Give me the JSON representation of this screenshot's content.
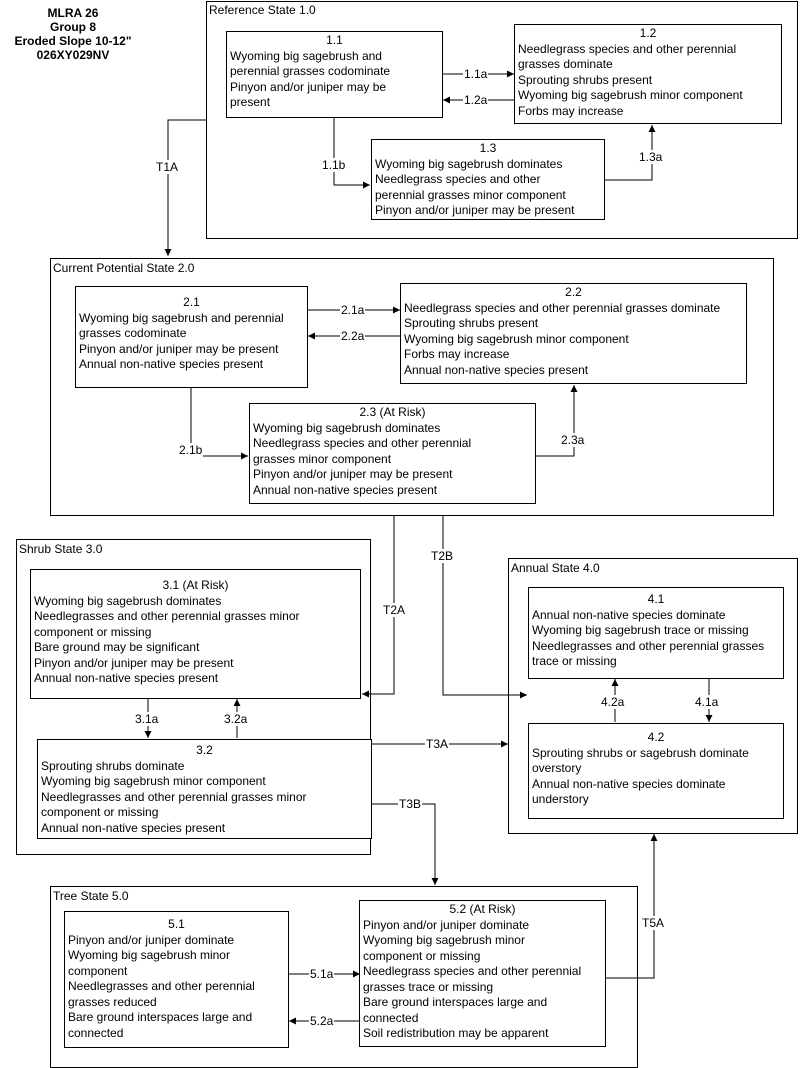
{
  "header": [
    "MLRA 26",
    "Group 8",
    "Eroded Slope 10-12\"",
    "026XY029NV"
  ],
  "states": [
    {
      "id": "s1",
      "title": "Reference State 1.0"
    },
    {
      "id": "s2",
      "title": "Current Potential State 2.0"
    },
    {
      "id": "s3",
      "title": "Shrub State 3.0"
    },
    {
      "id": "s4",
      "title": "Annual State 4.0"
    },
    {
      "id": "s5",
      "title": "Tree State 5.0"
    }
  ],
  "communities": [
    {
      "id": "c11",
      "number": "1.1",
      "lines": [
        "Wyoming big sagebrush and",
        "perennial grasses codominate",
        "Pinyon and/or juniper may be",
        "present"
      ]
    },
    {
      "id": "c12",
      "number": "1.2",
      "lines": [
        "Needlegrass species and other perennial",
        "grasses dominate",
        "Sprouting shrubs present",
        "Wyoming big sagebrush minor component",
        "Forbs may increase"
      ]
    },
    {
      "id": "c13",
      "number": "1.3",
      "lines": [
        "Wyoming big sagebrush dominates",
        "Needlegrass species and other",
        "perennial grasses minor component",
        "Pinyon and/or juniper may be present"
      ]
    },
    {
      "id": "c21",
      "number": "2.1",
      "lines": [
        "Wyoming big sagebrush and perennial",
        "grasses codominate",
        "Pinyon and/or juniper may be present",
        "Annual non-native species present"
      ]
    },
    {
      "id": "c22",
      "number": "2.2",
      "lines": [
        "Needlegrass species and other perennial grasses dominate",
        "Sprouting shrubs present",
        "Wyoming big sagebrush minor component",
        "Forbs may increase",
        "Annual non-native species present"
      ]
    },
    {
      "id": "c23",
      "number": "2.3 (At Risk)",
      "lines": [
        "Wyoming big sagebrush dominates",
        "Needlegrass species and other perennial",
        "grasses minor component",
        "Pinyon and/or juniper may be present",
        "Annual non-native species present"
      ]
    },
    {
      "id": "c31",
      "number": "3.1 (At Risk)",
      "lines": [
        "Wyoming big sagebrush dominates",
        "Needlegrasses and other perennial grasses minor",
        "component or missing",
        "Bare ground may be significant",
        "Pinyon and/or juniper may be present",
        "Annual non-native species present"
      ]
    },
    {
      "id": "c32",
      "number": "3.2",
      "lines": [
        "Sprouting shrubs dominate",
        "Wyoming big sagebrush minor component",
        "Needlegrasses and other perennial grasses minor",
        "component or missing",
        "Annual non-native species present"
      ]
    },
    {
      "id": "c41",
      "number": "4.1",
      "lines": [
        "Annual non-native species dominate",
        "Wyoming big sagebrush trace or missing",
        "Needlegrasses and other perennial grasses",
        "trace or missing"
      ]
    },
    {
      "id": "c42",
      "number": "4.2",
      "lines": [
        "Sprouting shrubs or sagebrush dominate",
        "overstory",
        "Annual non-native species dominate",
        "understory"
      ]
    },
    {
      "id": "c51",
      "number": "5.1",
      "lines": [
        "Pinyon and/or juniper dominate",
        "Wyoming big sagebrush minor",
        "component",
        "Needlegrasses and other perennial",
        "grasses reduced",
        "Bare ground interspaces large and",
        "connected"
      ]
    },
    {
      "id": "c52",
      "number": "5.2 (At Risk)",
      "lines": [
        "Pinyon and/or juniper dominate",
        "Wyoming big sagebrush minor",
        "component or missing",
        "Needlegrass species and other perennial",
        "grasses trace or missing",
        "Bare ground interspaces large and",
        "connected",
        "Soil redistribution may be apparent"
      ]
    }
  ],
  "transitions": {
    "t11a": "1.1a",
    "t12a": "1.2a",
    "t11b": "1.1b",
    "t13a": "1.3a",
    "tT1A": "T1A",
    "t21a": "2.1a",
    "t22a": "2.2a",
    "t21b": "2.1b",
    "t23a": "2.3a",
    "tT2A": "T2A",
    "tT2B": "T2B",
    "t31a": "3.1a",
    "t32a": "3.2a",
    "tT3A": "T3A",
    "tT3B": "T3B",
    "t42a": "4.2a",
    "t41a": "4.1a",
    "t51a": "5.1a",
    "t52a": "5.2a",
    "tT5A": "T5A"
  }
}
